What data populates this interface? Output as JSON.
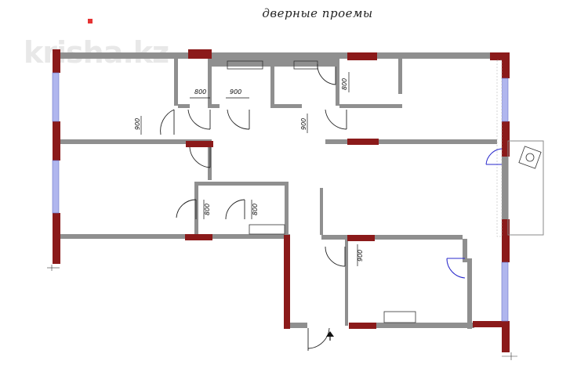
{
  "title": "дверные проемы",
  "watermark": "krisha.kz",
  "dimension_labels": {
    "d1": "800",
    "d2": "900",
    "d3": "800",
    "d4": "900",
    "d5": "900",
    "d6": "800",
    "d7": "800",
    "d8": "900"
  },
  "colors": {
    "wall": "#8f8f8f",
    "pillar": "#8b1a1a",
    "window": "#b0b6ee",
    "door_line": "#222222",
    "entry_door": "#2a2acc",
    "marker": "#e53333"
  }
}
